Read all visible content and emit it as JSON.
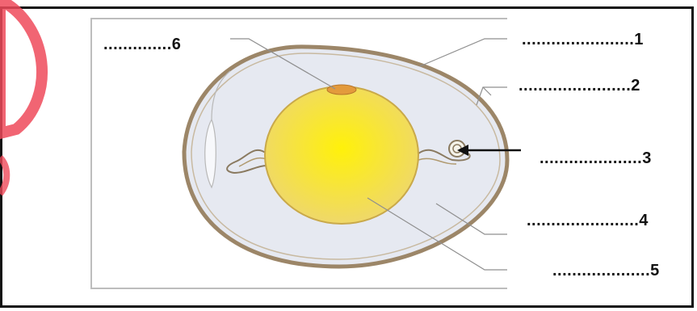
{
  "labels": [
    {
      "id": "1",
      "text": ".......................1"
    },
    {
      "id": "2",
      "text": ".......................2"
    },
    {
      "id": "3",
      "text": ".....................3"
    },
    {
      "id": "4",
      "text": ".......................4"
    },
    {
      "id": "5",
      "text": "....................5"
    },
    {
      "id": "6",
      "text": "..............6"
    }
  ],
  "colors": {
    "shell": "#9c8668",
    "albumen": "#e6e9f1",
    "yolk_center": "#fff10a",
    "yolk_edge": "#efd86a",
    "germinal_disc": "#e39a3c",
    "leader": "#8f8f8f",
    "arrow": "#111111",
    "watermark": "#ef4a5a"
  }
}
